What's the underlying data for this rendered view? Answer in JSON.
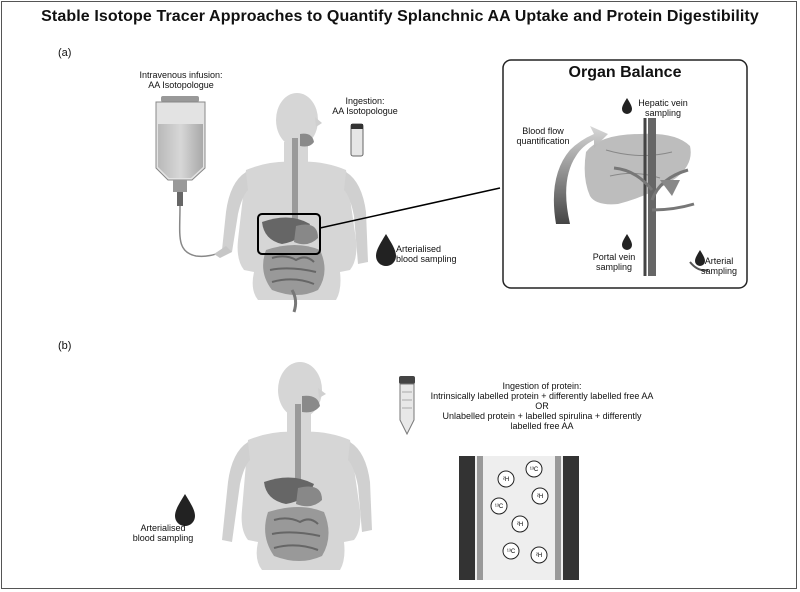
{
  "title": "Stable Isotope Tracer Approaches to Quantify Splanchnic AA Uptake and Protein Digestibility",
  "panel_a": {
    "label": "(a)",
    "iv_infusion": [
      "Intravenous infusion:",
      "AA Isotopologue"
    ],
    "ingestion": [
      "Ingestion:",
      "AA Isotopologue"
    ],
    "arterialised": [
      "Arterialised",
      "blood sampling"
    ],
    "organ_balance": {
      "title": "Organ Balance",
      "hepatic": [
        "Hepatic vein",
        "sampling"
      ],
      "blood_flow": [
        "Blood flow",
        "quantification"
      ],
      "portal": [
        "Portal vein",
        "sampling"
      ],
      "arterial": [
        "Arterial",
        "sampling"
      ]
    }
  },
  "panel_b": {
    "label": "(b)",
    "ingestion_protein": [
      "Ingestion of protein:",
      "Intrinsically labelled protein + differently labelled free AA",
      "OR",
      "Unlabelled protein + labelled spirulina + differently",
      "labelled free AA"
    ],
    "arterialised": [
      "Arterialised",
      "blood sampling"
    ],
    "isotopes": [
      "²H",
      "¹³C",
      "²H",
      "¹³C",
      "²H",
      "¹³C",
      "²H"
    ]
  }
}
